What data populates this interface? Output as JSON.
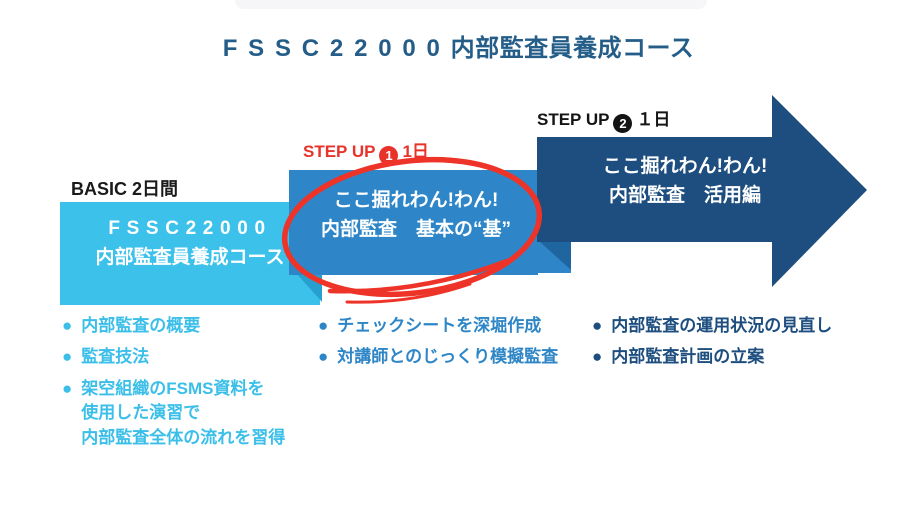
{
  "title": {
    "latin": "FSSC22000",
    "jp": "内部監査員養成コース"
  },
  "colors": {
    "light_blue": "#3CC1EA",
    "mid_blue": "#2E86C8",
    "navy": "#1D4E7F",
    "red": "#EE3428",
    "label_black": "#141414",
    "title_blue": "#235D88"
  },
  "bullet_glyph": "●",
  "basic": {
    "label": "BASIC 2日間",
    "box_line1_latin": "FSSC22000",
    "box_line2": "内部監査員養成コース",
    "bullets": {
      "b1": "内部監査の概要",
      "b2": "監査技法",
      "b3_line1": "架空組織のFSMS資料を",
      "b3_line2": "使用した演習で",
      "b3_line3": "内部監査全体の流れを習得"
    }
  },
  "step1": {
    "label_prefix": "STEP UP",
    "badge": "1",
    "label_suffix": "1日",
    "box_line1": "ここ掘れわん!わん!",
    "box_line2": "内部監査　基本の“基”",
    "bullets": {
      "b1": "チェックシートを深堀作成",
      "b2": "対講師とのじっくり模擬監査"
    }
  },
  "step2": {
    "label_prefix": "STEP UP",
    "badge": "2",
    "label_suffix": "１日",
    "box_line1": "ここ掘れわん!わん!",
    "box_line2": "内部監査　活用編",
    "bullets": {
      "b1": "内部監査の運用状況の見直し",
      "b2": "内部監査計画の立案"
    }
  }
}
